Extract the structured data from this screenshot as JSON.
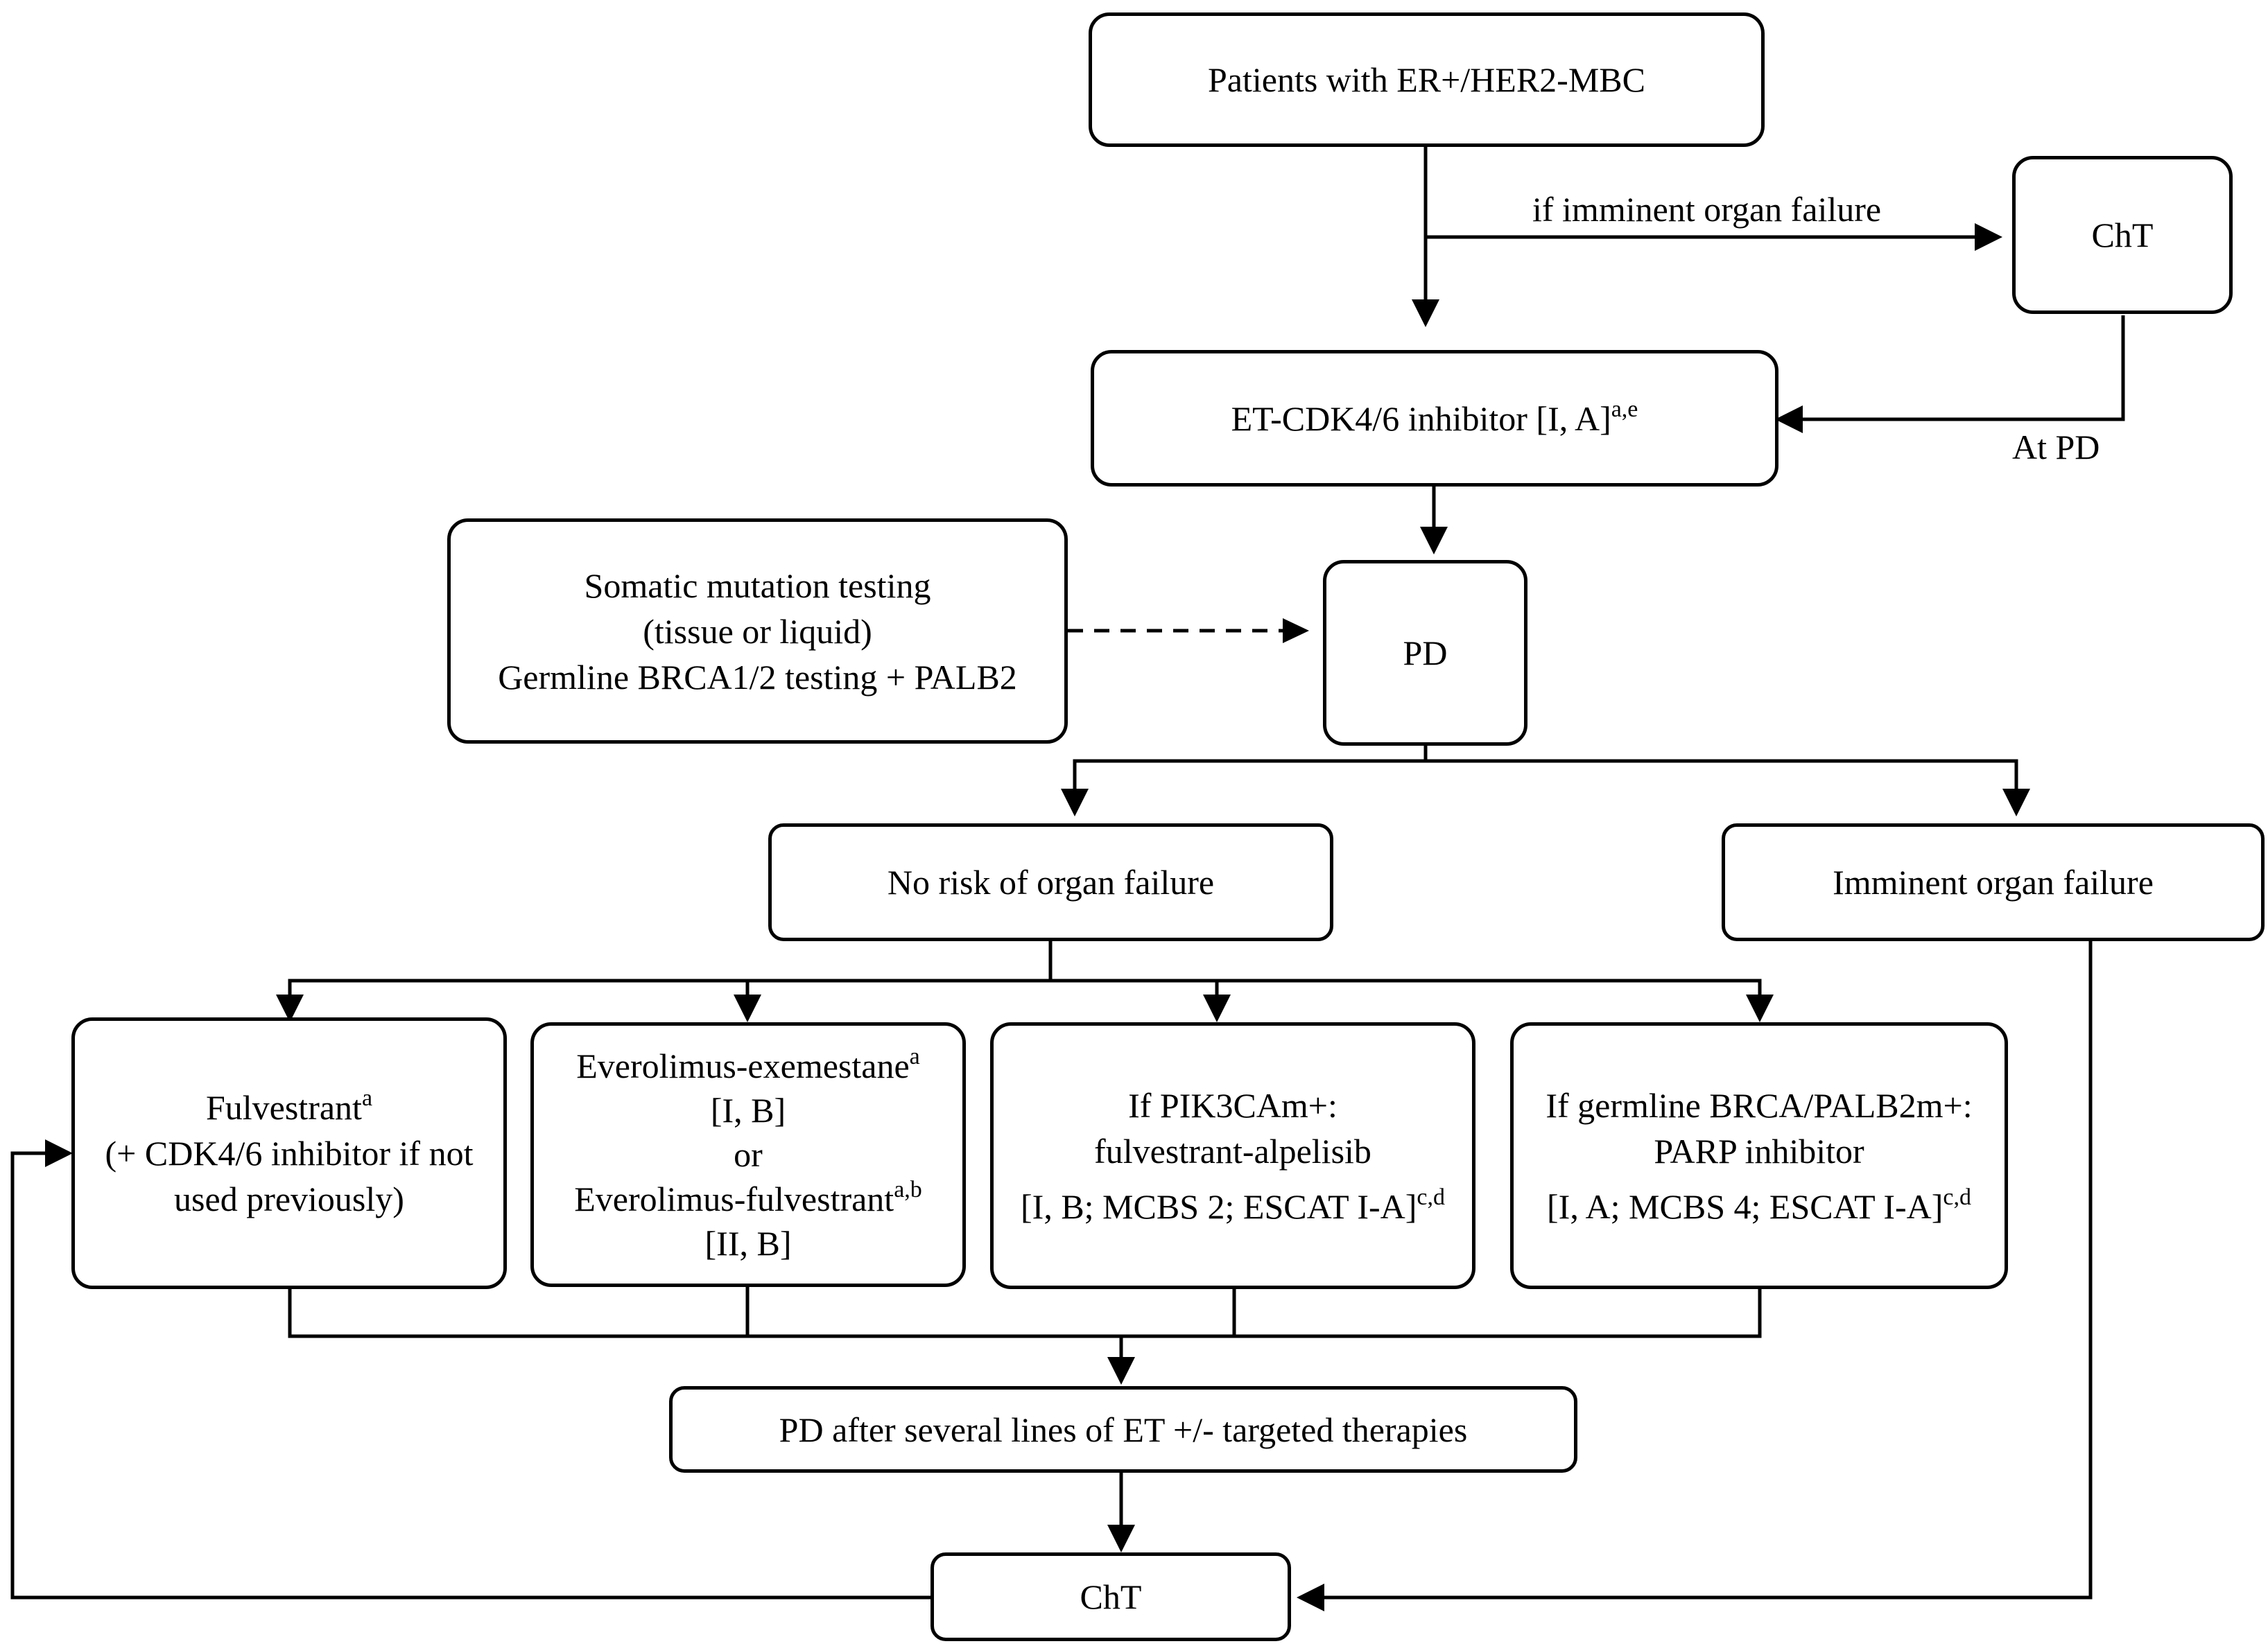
{
  "nodes": {
    "patients": "Patients with ER+/HER2-MBC",
    "cht_top": "ChT",
    "et_cdk": {
      "text": "ET-CDK4/6 inhibitor [I, A]",
      "sup": "a,e"
    },
    "testing": {
      "line1": "Somatic mutation testing",
      "line2": "(tissue or liquid)",
      "line3": "Germline BRCA1/2 testing + PALB2"
    },
    "pd": "PD",
    "no_risk": "No risk of organ failure",
    "imminent": "Imminent organ failure",
    "fulvestrant": {
      "line1": "Fulvestrant",
      "line1_sup": "a",
      "line2": "(+ CDK4/6 inhibitor if not",
      "line3": "used previously)"
    },
    "everolimus": {
      "line1": "Everolimus-exemestane",
      "line1_sup": "a",
      "line2": "[I, B]",
      "line3": "or",
      "line4": "Everolimus-fulvestrant",
      "line4_sup": "a,b",
      "line5": "[II, B]"
    },
    "pik3ca": {
      "line1": "If PIK3CAm+:",
      "line2": "fulvestrant-alpelisib",
      "line3": "[I, B; MCBS 2; ESCAT I-A]",
      "line3_sup": "c,d"
    },
    "brca": {
      "line1": "If germline BRCA/PALB2m+:",
      "line2": "PARP inhibitor",
      "line3": "[I, A; MCBS 4; ESCAT I-A]",
      "line3_sup": "c,d"
    },
    "pd_after": "PD after several lines of ET +/- targeted therapies",
    "cht_bottom": "ChT"
  },
  "edge_labels": {
    "if_imminent": "if imminent organ failure",
    "at_pd": "At PD"
  }
}
